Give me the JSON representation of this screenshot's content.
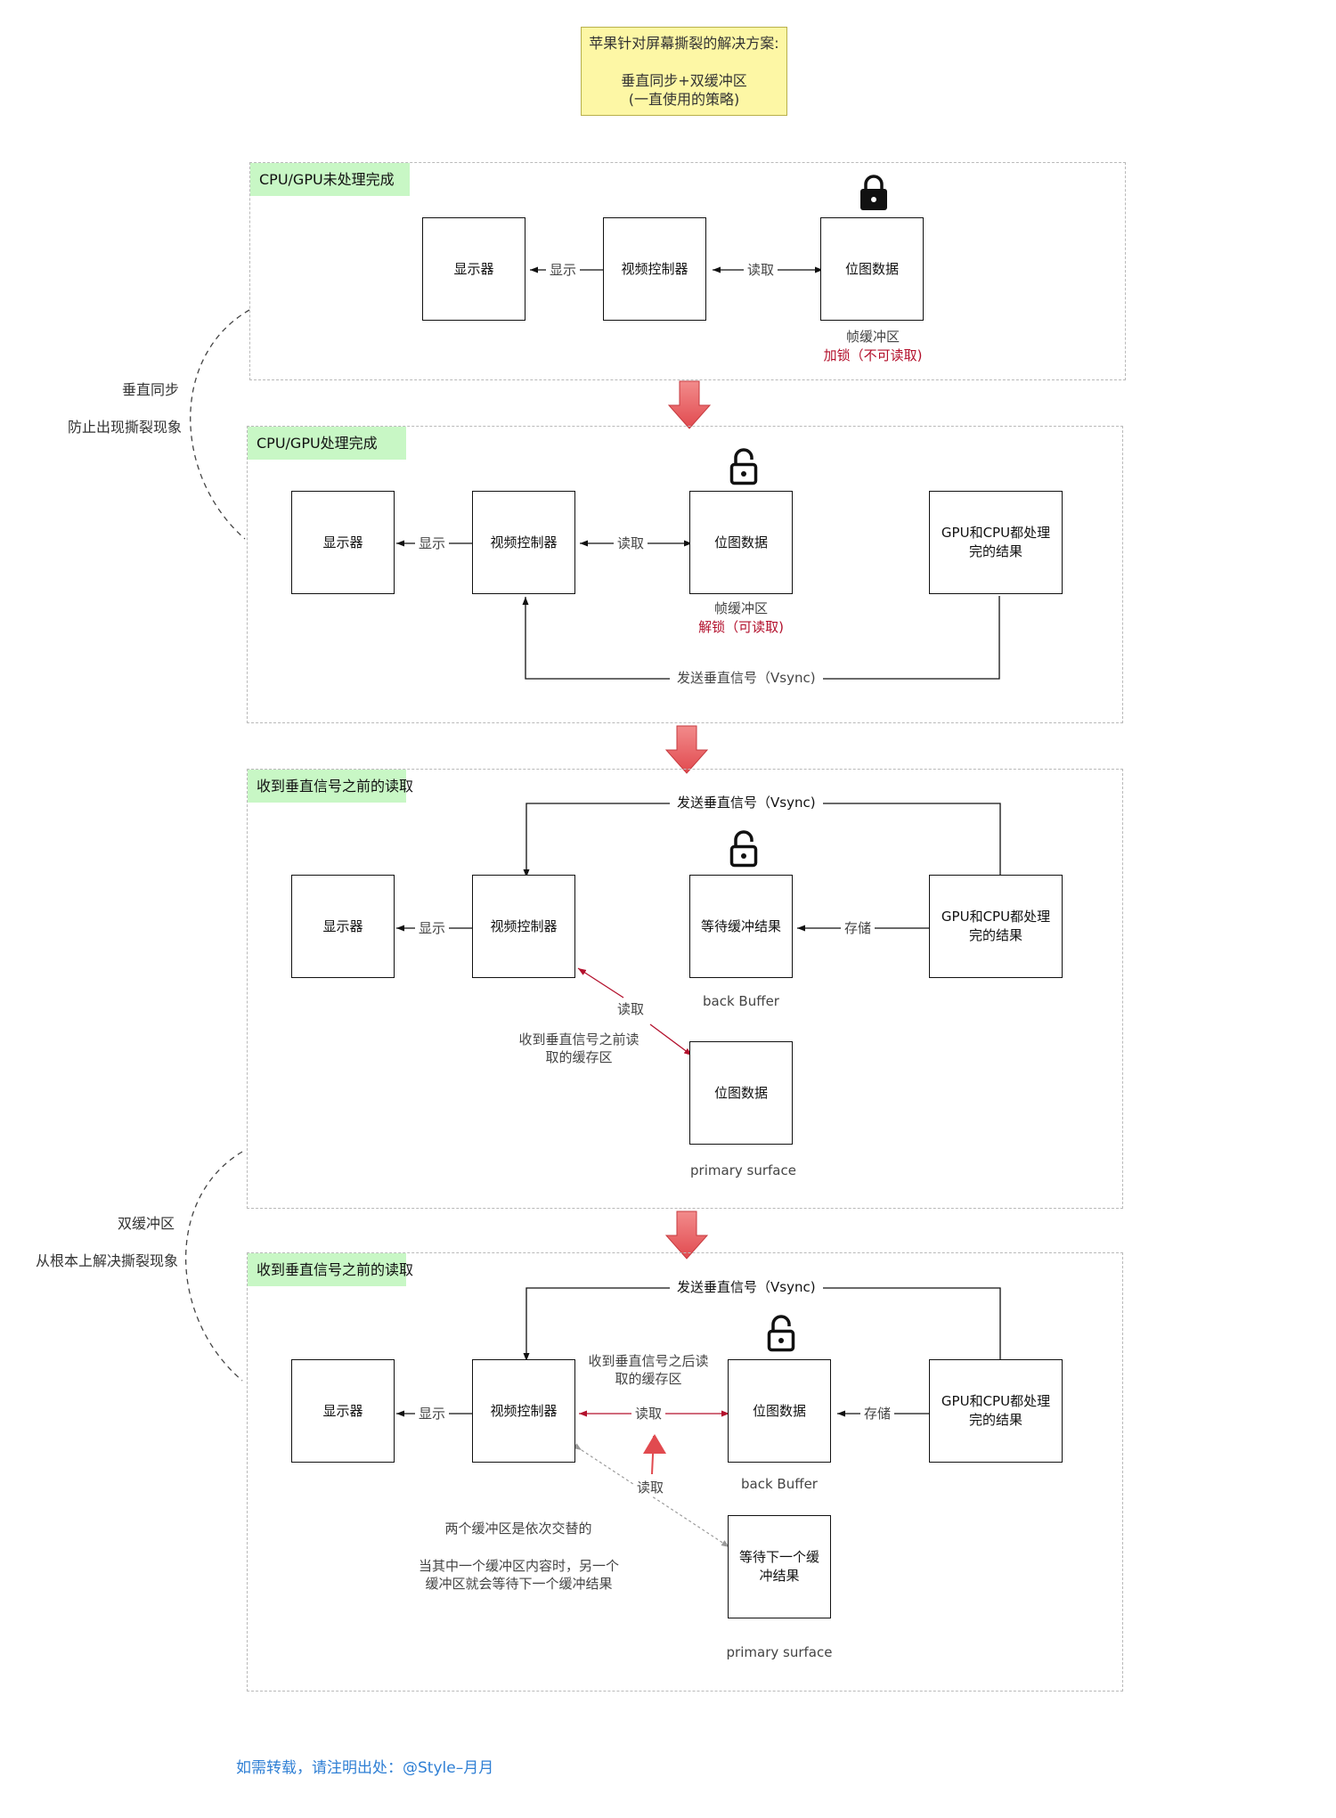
{
  "note": {
    "line1": "苹果针对屏幕撕裂的解决方案:",
    "line2": "垂直同步+双缓冲区",
    "line3": "(一直使用的策略)"
  },
  "side_labels": {
    "vsync": "垂直同步",
    "vsync_desc": "防止出现撕裂现象",
    "double_buffer": "双缓冲区",
    "double_buffer_desc": "从根本上解决撕裂现象"
  },
  "panel1": {
    "title": "CPU/GPU未处理完成",
    "display": "显示器",
    "controller": "视频控制器",
    "bitmap": "位图数据",
    "edge_display": "显示",
    "edge_read": "读取",
    "buffer_label": "帧缓冲区",
    "lock_label": "加锁（不可读取)",
    "lock_icon": "lock-closed-icon"
  },
  "panel2": {
    "title": "CPU/GPU处理完成",
    "display": "显示器",
    "controller": "视频控制器",
    "bitmap": "位图数据",
    "result": "GPU和CPU都处理完的结果",
    "edge_display": "显示",
    "edge_read": "读取",
    "buffer_label": "帧缓冲区",
    "unlock_label": "解锁（可读取)",
    "vsync_signal": "发送垂直信号（Vsync)",
    "lock_icon": "lock-open-icon"
  },
  "panel3": {
    "title": "收到垂直信号之前的读取",
    "vsync_signal": "发送垂直信号（Vsync)",
    "display": "显示器",
    "controller": "视频控制器",
    "waiting": "等待缓冲结果",
    "result": "GPU和CPU都处理完的结果",
    "edge_display": "显示",
    "edge_store": "存储",
    "back_buffer": "back Buffer",
    "edge_read": "读取",
    "read_note": "收到垂直信号之前读取的缓存区",
    "bitmap": "位图数据",
    "primary": "primary surface",
    "lock_icon": "lock-open-icon"
  },
  "panel4": {
    "title": "收到垂直信号之前的读取",
    "vsync_signal": "发送垂直信号（Vsync)",
    "display": "显示器",
    "controller": "视频控制器",
    "bitmap": "位图数据",
    "result": "GPU和CPU都处理完的结果",
    "edge_display": "显示",
    "edge_read": "读取",
    "edge_store": "存储",
    "after_note": "收到垂直信号之后读取的缓存区",
    "back_buffer": "back Buffer",
    "edge_read2": "读取",
    "waiting": "等待下一个缓冲结果",
    "primary": "primary surface",
    "alt_note1": "两个缓冲区是依次交替的",
    "alt_note2": "当其中一个缓冲区内容时，另一个缓冲区就会等待下一个缓冲结果",
    "lock_icon": "lock-open-icon"
  },
  "footer": "如需转载，请注明出处：@Style–月月",
  "colors": {
    "note_bg": "#fdf7a5",
    "title_bg": "#c8f7c5",
    "red_text": "#b3102c",
    "down_arrow": "#e8595f",
    "link": "#2f7fd4"
  }
}
